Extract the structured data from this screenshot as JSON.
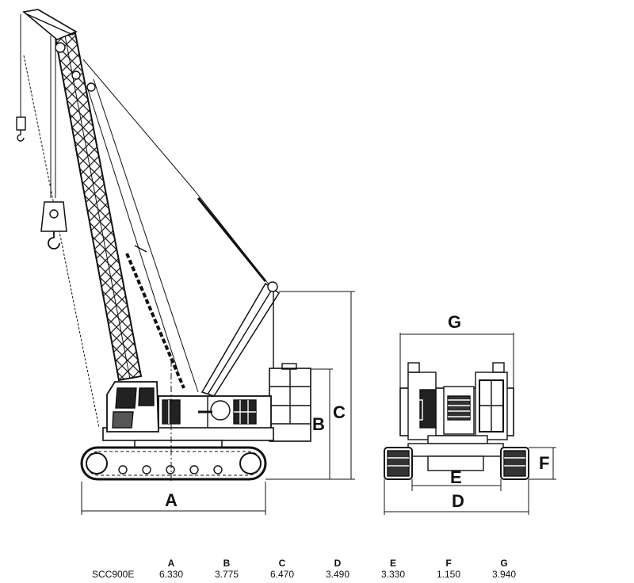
{
  "dimension_letters": {
    "A": "A",
    "B": "B",
    "C": "C",
    "D": "D",
    "E": "E",
    "F": "F",
    "G": "G"
  },
  "spec_table": {
    "model": "SCC900E",
    "headers": [
      "A",
      "B",
      "C",
      "D",
      "E",
      "F",
      "G"
    ],
    "values": [
      "6.330",
      "3.775",
      "6.470",
      "3.490",
      "3.330",
      "1.150",
      "3.940"
    ]
  }
}
